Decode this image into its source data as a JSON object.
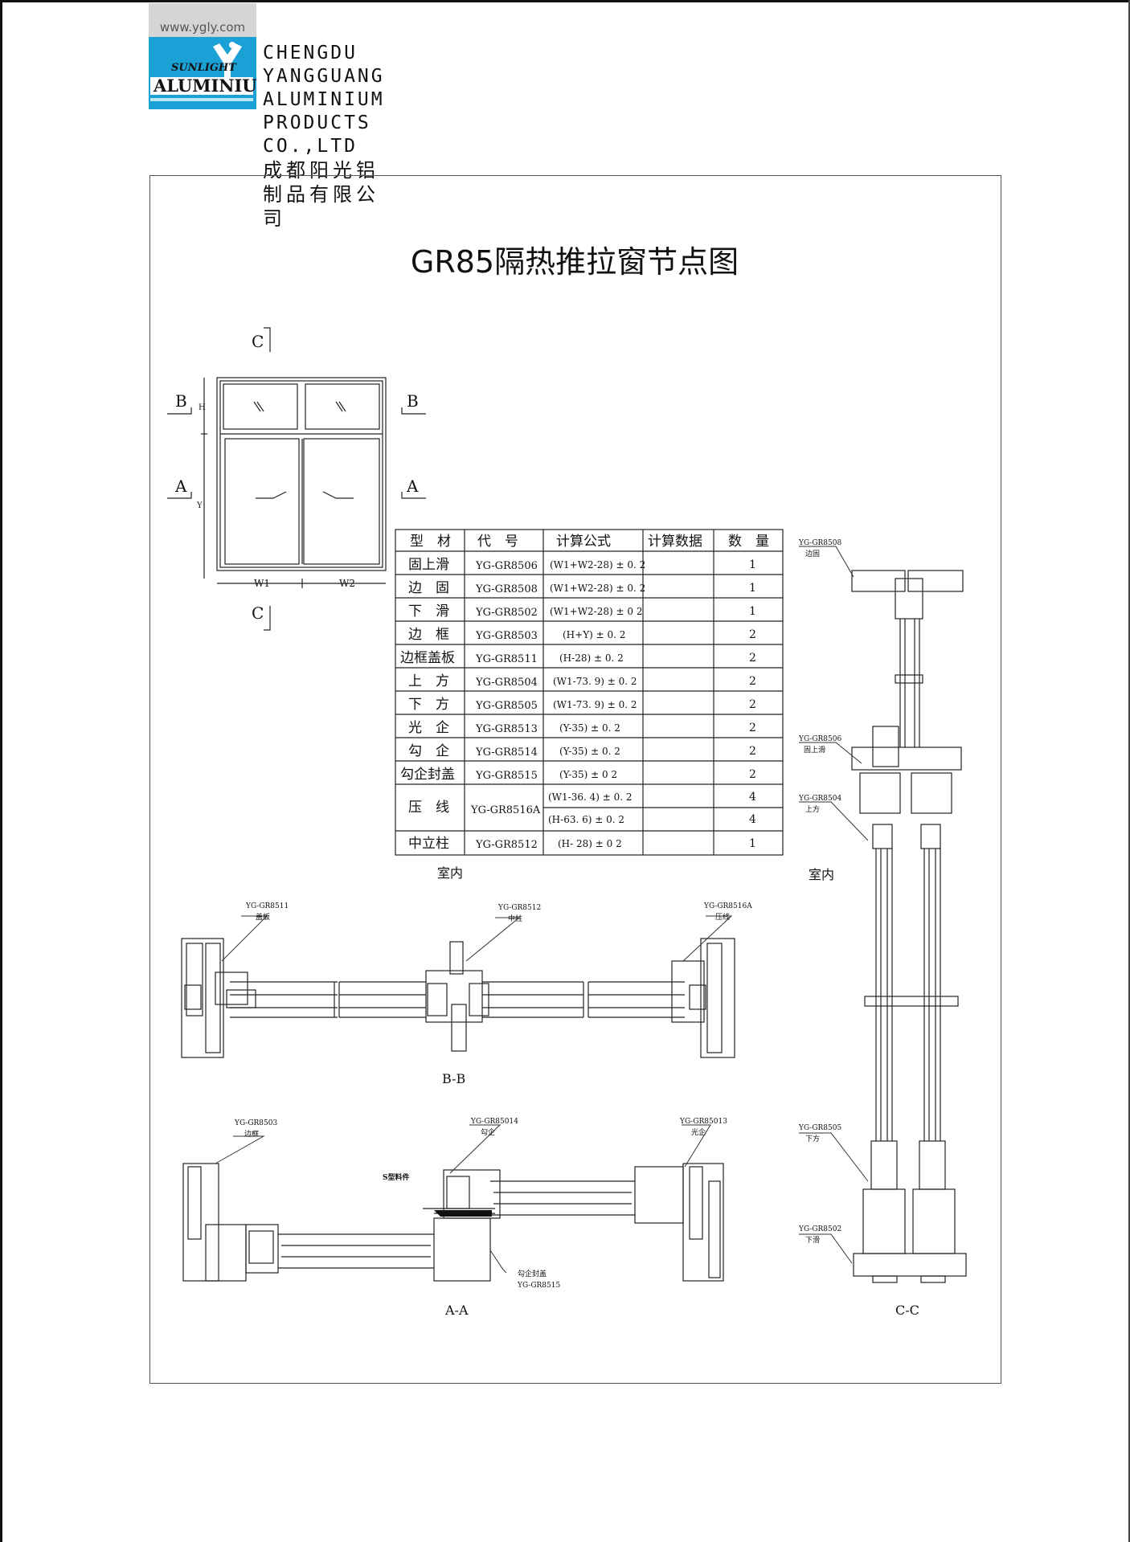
{
  "header": {
    "url": "www.ygly.com",
    "logo_text": "SUNLIGHT ALUMINIUM",
    "company_en_line1": "CHENGDU YANGGUANG",
    "company_en_line2": "ALUMINIUM PRODUCTS CO.,LTD",
    "company_cn": "成都阳光铝制品有限公司"
  },
  "title": "GR85隔热推拉窗节点图",
  "elevation": {
    "markers": {
      "c_top": "C",
      "c_bottom": "C",
      "b_left": "B",
      "b_right": "B",
      "a_left": "A",
      "a_right": "A"
    },
    "dim_h": "H",
    "dim_y": "Y",
    "dim_w1": "W1",
    "dim_w2": "W2"
  },
  "table": {
    "headers": [
      "型　材",
      "代　号",
      "计算公式",
      "计算数据",
      "数　量"
    ],
    "rows": [
      {
        "name": "固上滑",
        "code": "YG-GR8506",
        "formula": "(W1+W2-28) ± 0. 2",
        "data": "",
        "qty": "1"
      },
      {
        "name": "边　固",
        "code": "YG-GR8508",
        "formula": "(W1+W2-28) ± 0. 2",
        "data": "",
        "qty": "1"
      },
      {
        "name": "下　滑",
        "code": "YG-GR8502",
        "formula": "(W1+W2-28) ± 0 2",
        "data": "",
        "qty": "1"
      },
      {
        "name": "边　框",
        "code": "YG-GR8503",
        "formula": "(H+Y) ± 0. 2",
        "data": "",
        "qty": "2"
      },
      {
        "name": "边框盖板",
        "code": "YG-GR8511",
        "formula": "(H-28) ± 0. 2",
        "data": "",
        "qty": "2"
      },
      {
        "name": "上　方",
        "code": "YG-GR8504",
        "formula": "(W1-73. 9) ± 0. 2",
        "data": "",
        "qty": "2"
      },
      {
        "name": "下　方",
        "code": "YG-GR8505",
        "formula": "(W1-73. 9) ± 0. 2",
        "data": "",
        "qty": "2"
      },
      {
        "name": "光　企",
        "code": "YG-GR8513",
        "formula": "(Y-35) ± 0. 2",
        "data": "",
        "qty": "2"
      },
      {
        "name": "勾　企",
        "code": "YG-GR8514",
        "formula": "(Y-35) ± 0. 2",
        "data": "",
        "qty": "2"
      },
      {
        "name": "勾企封盖",
        "code": "YG-GR8515",
        "formula": "(Y-35) ± 0 2",
        "data": "",
        "qty": "2"
      }
    ],
    "row_yaxian": {
      "name": "压　线",
      "code": "YG-GR8516A",
      "formula1": "(W1-36. 4) ± 0. 2",
      "qty1": "4",
      "formula2": "(H-63. 6) ± 0. 2",
      "qty2": "4"
    },
    "row_zhongli": {
      "name": "中立柱",
      "code": "YG-GR8512",
      "formula": "(H- 28) ± 0 2",
      "data": "",
      "qty": "1"
    }
  },
  "section_bb": {
    "indoor": "室内",
    "caption": "B-B",
    "callouts": [
      {
        "code": "YG-GR8511",
        "name": "盖板"
      },
      {
        "code": "YG-GR8512",
        "name": "中柱"
      },
      {
        "code": "YG-GR8516A",
        "name": "压线"
      }
    ]
  },
  "section_aa": {
    "caption": "A-A",
    "s_part": "S型料件",
    "callouts": [
      {
        "code": "YG-GR8503",
        "name": "边框"
      },
      {
        "code": "YG-GR85014",
        "name": "勾企"
      },
      {
        "code": "YG-GR85013",
        "name": "光企"
      },
      {
        "code": "YG-GR8515",
        "name": "勾企封盖"
      }
    ]
  },
  "section_cc": {
    "indoor": "室内",
    "caption": "C-C",
    "callouts": [
      {
        "code": "YG-GR8508",
        "name": "边固"
      },
      {
        "code": "YG-GR8506",
        "name": "固上滑"
      },
      {
        "code": "YG-GR8504",
        "name": "上方"
      },
      {
        "code": "YG-GR8505",
        "name": "下方"
      },
      {
        "code": "YG-GR8502",
        "name": "下滑"
      }
    ]
  }
}
